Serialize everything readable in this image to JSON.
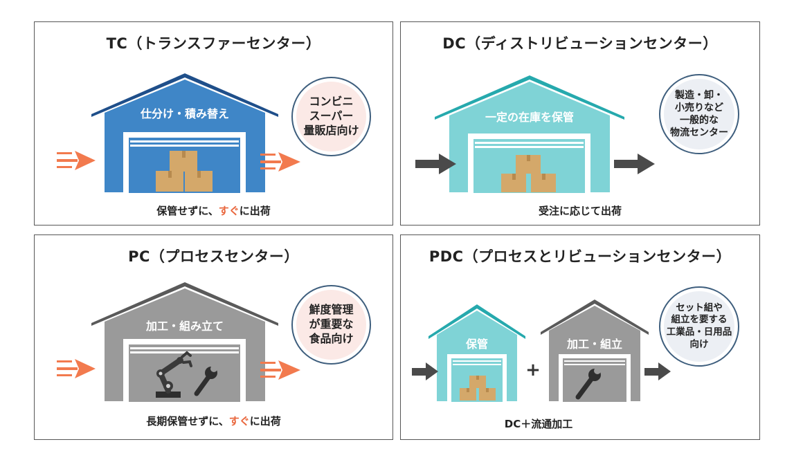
{
  "panels": {
    "tc": {
      "title": "TC（トランスファーセンター）",
      "building_label": "仕分け・積み替え",
      "badge_lines": [
        "コンビニ",
        "スーパー",
        "量販店向け"
      ],
      "caption_before": "保管せずに、",
      "caption_highlight": "すぐ",
      "caption_after": "に出荷",
      "roof_color": "#1f4f8a",
      "building_color": "#3f86c7"
    },
    "dc": {
      "title": "DC（ディストリビューションセンター）",
      "building_label": "一定の在庫を保管",
      "badge_lines": [
        "製造・卸・",
        "小売りなど",
        "一般的な",
        "物流センター"
      ],
      "caption": "受注に応じて出荷",
      "roof_color": "#26a9ad",
      "building_color": "#7fd3d6"
    },
    "pc": {
      "title": "PC（プロセスセンター）",
      "building_label": "加工・組み立て",
      "badge_lines": [
        "鮮度管理",
        "が重要な",
        "食品向け"
      ],
      "caption_before": "長期保管せずに、",
      "caption_highlight": "すぐ",
      "caption_after": "に出荷",
      "roof_color": "#5a5a5a",
      "building_color": "#9a9a9a"
    },
    "pdc": {
      "title": "PDC（プロセスとリビューションセンター）",
      "building1_label": "保管",
      "building2_label": "加工・組立",
      "plus": "+",
      "badge_lines": [
        "セット組や",
        "組立を要する",
        "工業品・日用品",
        "向け"
      ],
      "caption": "DC＋流通加工"
    }
  },
  "colors": {
    "accent_orange": "#f27a4e",
    "dark_arrow": "#4a4a4a",
    "box": "#d4a86a",
    "badge_ring": "#3e5e7d"
  }
}
